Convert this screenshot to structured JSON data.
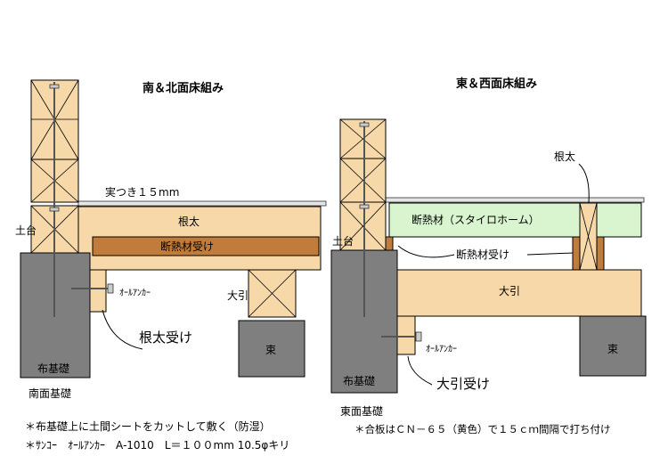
{
  "titles": {
    "south_north": "南＆北面床組み",
    "east_west": "東＆西面床組み"
  },
  "left": {
    "sanekki": "実つき１５mm",
    "dodai": "土台",
    "neta": "根太",
    "dannetsu_uke": "断熱材受け",
    "anchor": "ｵｰﾙｱﾝｶｰ",
    "ohbiki": "大引",
    "neta_uke": "根太受け",
    "tsuka": "束",
    "nuno_kiso": "布基礎",
    "kiso_caption": "南面基礎"
  },
  "right": {
    "neta": "根太",
    "dannetsu": "断熱材（スタイロホーム）",
    "dodai": "土台",
    "dannetsu_uke": "断熱材受け",
    "ohbiki": "大引",
    "anchor": "ｵｰﾙｱﾝｶｰ",
    "tsuka": "束",
    "nuno_kiso": "布基礎",
    "ohbiki_uke": "大引受け",
    "kiso_caption": "東面基礎"
  },
  "notes": {
    "line1": "＊布基礎上に土間シートをカットして敷く（防湿）",
    "line2": "＊ｻﾝｺｰ　ｵｰﾙｱﾝｶｰ　A-1010　L＝１００mm 10.5φキリ",
    "line3": "＊合板はＣＮ－６５（黄色）で１５ｃｍ間隔で打ち付け"
  },
  "colors": {
    "wood": "#F7D8A8",
    "wood_dark": "#C07C3A",
    "concrete": "#7F7F7F",
    "insulation": "#D8F5CF",
    "plywood": "#E6E6E6"
  }
}
